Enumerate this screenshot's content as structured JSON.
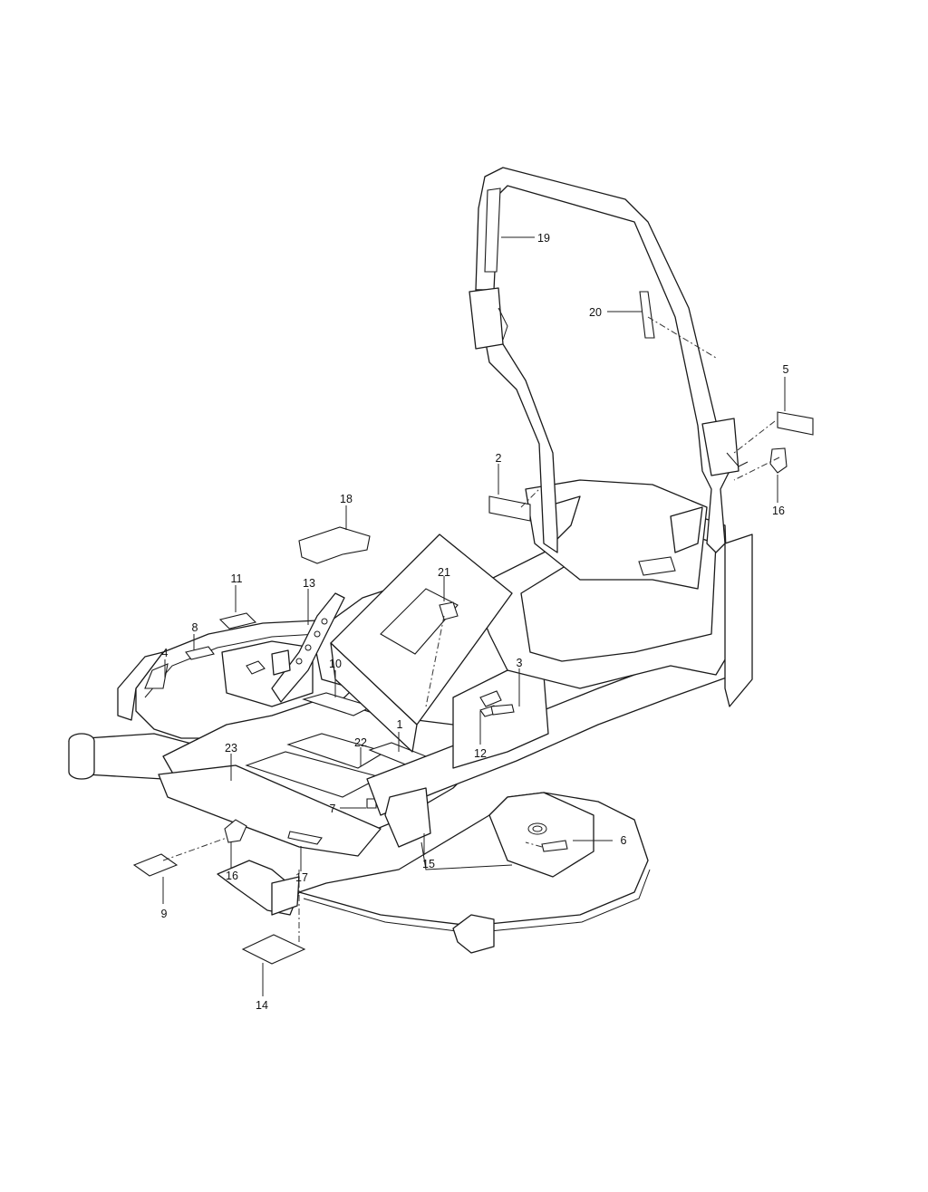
{
  "callouts": [
    {
      "id": "c1",
      "label": "1"
    },
    {
      "id": "c2",
      "label": "2"
    },
    {
      "id": "c3",
      "label": "3"
    },
    {
      "id": "c4",
      "label": "4"
    },
    {
      "id": "c5",
      "label": "5"
    },
    {
      "id": "c6",
      "label": "6"
    },
    {
      "id": "c7",
      "label": "7"
    },
    {
      "id": "c8",
      "label": "8"
    },
    {
      "id": "c9",
      "label": "9"
    },
    {
      "id": "c10",
      "label": "10"
    },
    {
      "id": "c11",
      "label": "11"
    },
    {
      "id": "c12",
      "label": "12"
    },
    {
      "id": "c13",
      "label": "13"
    },
    {
      "id": "c14",
      "label": "14"
    },
    {
      "id": "c15",
      "label": "15"
    },
    {
      "id": "c16a",
      "label": "16"
    },
    {
      "id": "c16b",
      "label": "16"
    },
    {
      "id": "c17",
      "label": "17"
    },
    {
      "id": "c18",
      "label": "18"
    },
    {
      "id": "c19",
      "label": "19"
    },
    {
      "id": "c20",
      "label": "20"
    },
    {
      "id": "c21",
      "label": "21"
    },
    {
      "id": "c22",
      "label": "22"
    },
    {
      "id": "c23",
      "label": "23"
    }
  ],
  "colors": {
    "line": "#1a1a1a",
    "background": "#ffffff"
  }
}
